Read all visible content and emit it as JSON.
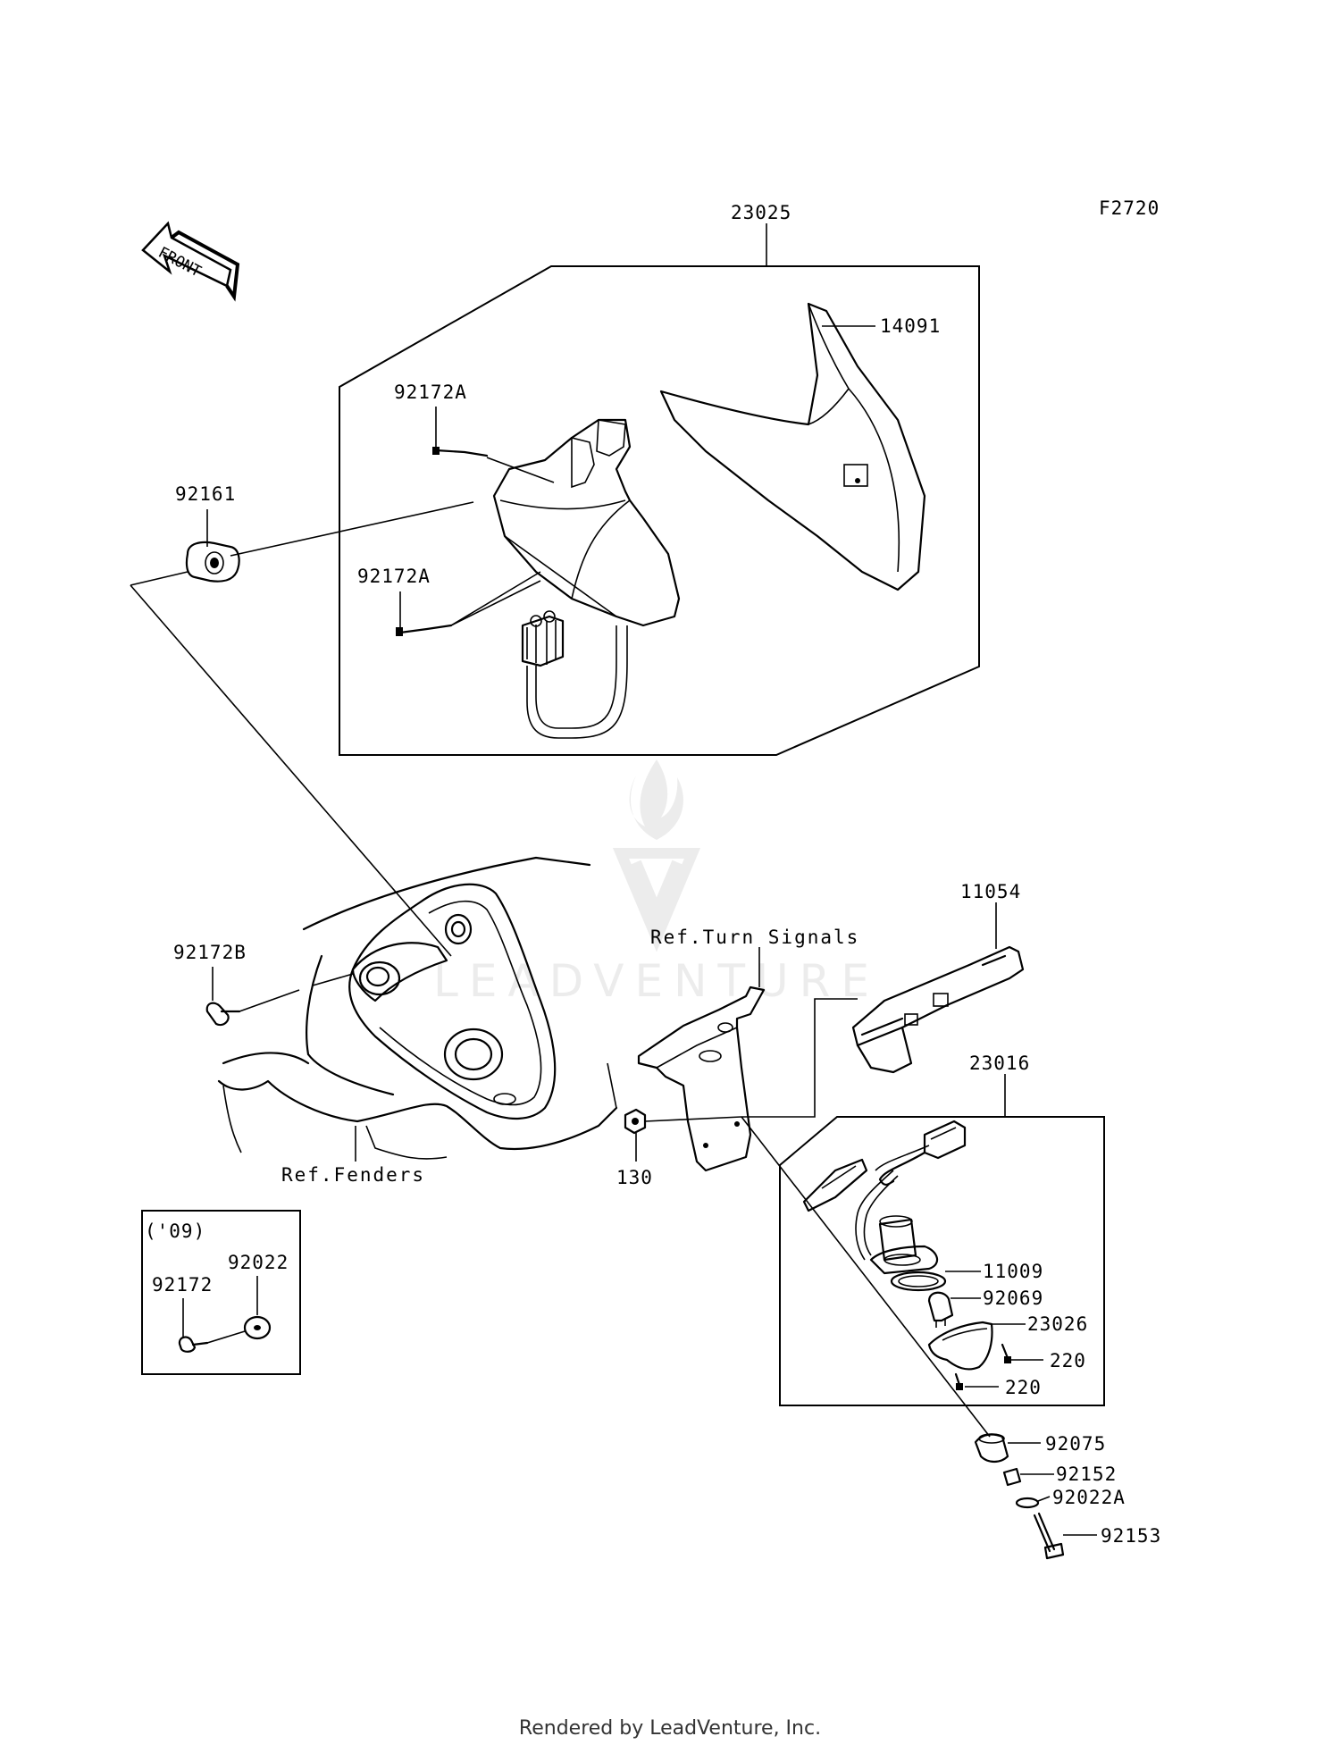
{
  "figure_code": "F2720",
  "front_arrow_label": "FRONT",
  "watermark_text": "LEADVENTURE",
  "footer": "Rendered by LeadVenture, Inc.",
  "labels": {
    "p23025": "23025",
    "p14091": "14091",
    "p92172A_top": "92172A",
    "p92172A_bottom": "92172A",
    "p92161": "92161",
    "p11054": "11054",
    "ref_turn_signals": "Ref.Turn Signals",
    "p92172B": "92172B",
    "p23016": "23016",
    "p130": "130",
    "ref_fenders": "Ref.Fenders",
    "year_note": "('09)",
    "p92022": "92022",
    "p92172": "92172",
    "p11009": "11009",
    "p92069": "92069",
    "p23026": "23026",
    "p220_a": "220",
    "p220_b": "220",
    "p92075": "92075",
    "p92152": "92152",
    "p92022A": "92022A",
    "p92153": "92153"
  }
}
